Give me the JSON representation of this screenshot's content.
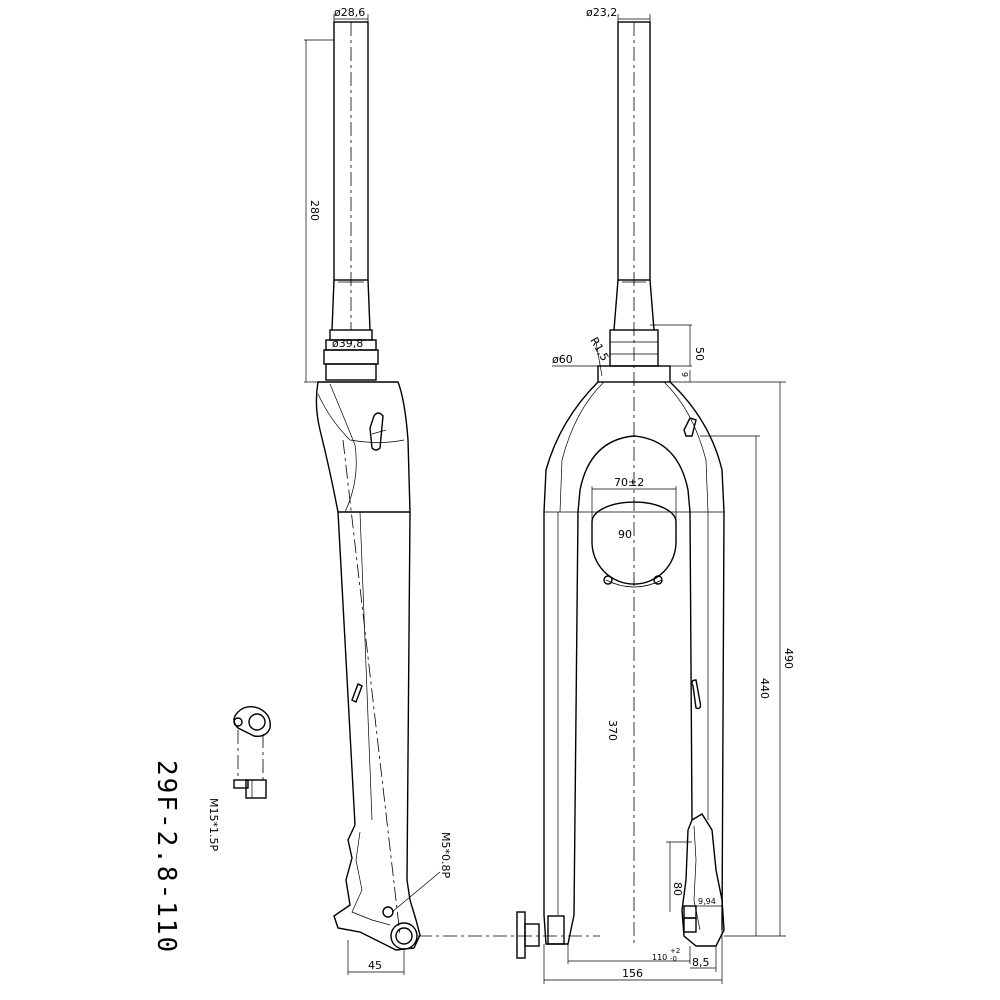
{
  "model": "29F-2.8-110",
  "side_view": {
    "steerer_diameter_top": "ø28,6",
    "steerer_length": "280",
    "crown_race_diameter": "ø39,8",
    "thru_axle_thread": "M15*1.5P",
    "mount_thread": "M5*0.8P",
    "dropout_width": "45"
  },
  "front_view": {
    "steerer_diameter_top": "ø23,2",
    "crown_diameter": "ø60",
    "crown_radius": "R1,5",
    "taper_length": "50",
    "crown_height": "9",
    "tire_clearance_width": "70±2",
    "tire_diameter_label": "90",
    "axle_to_crown": "490",
    "axle_to_crown_lower": "440",
    "axle_to_arch": "370",
    "disc_mount_height": "80",
    "post_mount_label": "9,94",
    "hub_spacing": "110",
    "hub_tol_plus": "+2",
    "hub_tol_minus": "-0",
    "rotor_offset": "8,5",
    "overall_width": "156"
  }
}
